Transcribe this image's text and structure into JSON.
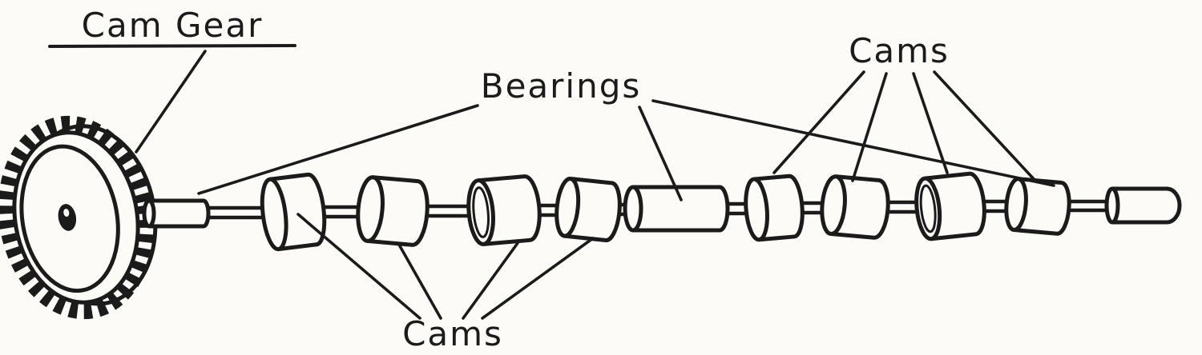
{
  "figure": {
    "description": "Hand-drawn technical line diagram of an engine camshaft: a toothed cam gear on the left end of a long shaft carrying cam lobes and bearing journals, with labelled leader lines.",
    "labels": {
      "cam_gear": "Cam Gear",
      "bearings": "Bearings",
      "cams_upper": "Cams",
      "cams_lower": "Cams"
    }
  },
  "colors": {
    "ink": "#1b1b1b",
    "paper": "#fcfbf8"
  }
}
